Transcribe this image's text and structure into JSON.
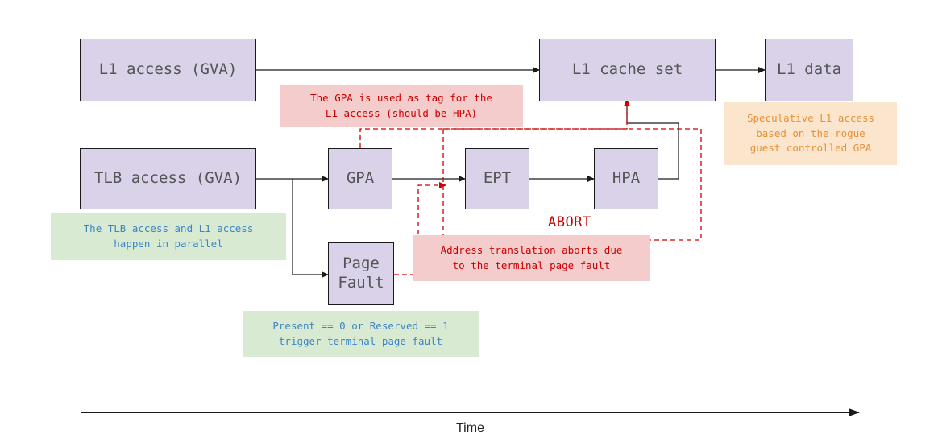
{
  "boxes": {
    "l1_access": "L1 access (GVA)",
    "l1_cache_set": "L1 cache set",
    "l1_data": "L1 data",
    "tlb_access": "TLB access (GVA)",
    "gpa": "GPA",
    "ept": "EPT",
    "hpa": "HPA",
    "page_fault": "Page\nFault"
  },
  "notes": {
    "gpa_tag": "The GPA is used as tag for the\nL1 access (should be HPA)",
    "speculative": "Speculative L1 access\nbased on the rogue\nguest controlled GPA",
    "parallel": "The TLB access and L1 access\nhappen in parallel",
    "translation_abort": "Address translation aborts due\nto the terminal page fault",
    "present_reserved": "Present == 0 or Reserved == 1\ntrigger terminal page fault"
  },
  "abort_label": "ABORT",
  "time_label": "Time",
  "colors": {
    "box_fill": "#d9d2e9",
    "green_note": "#d9ead3",
    "red_note": "#f4cccc",
    "orange_note": "#fce5cd",
    "abort_red": "#cc0000",
    "blue_text": "#3d85c6",
    "orange_text": "#e69138"
  }
}
